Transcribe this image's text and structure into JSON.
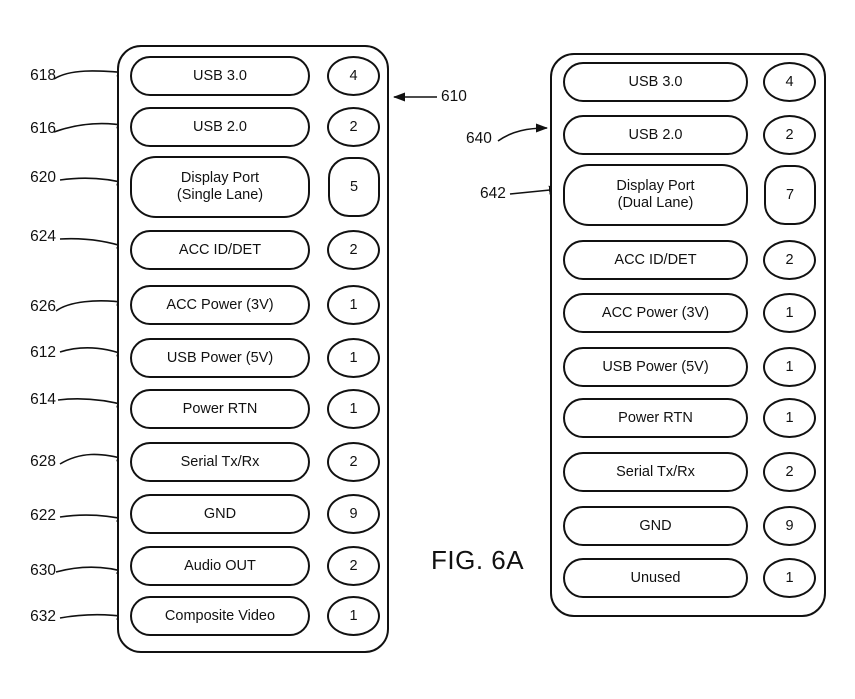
{
  "figure": {
    "caption": "FIG. 6A"
  },
  "left_connector": {
    "ref": "610",
    "rows": [
      {
        "label": "USB 3.0",
        "count": "4",
        "ref": "618"
      },
      {
        "label": "USB 2.0",
        "count": "2",
        "ref": "616"
      },
      {
        "label_lines": [
          "Display Port",
          "(Single Lane)"
        ],
        "count": "5",
        "ref": "620"
      },
      {
        "label": "ACC ID/DET",
        "count": "2",
        "ref": "624"
      },
      {
        "label": "ACC Power (3V)",
        "count": "1",
        "ref": "626"
      },
      {
        "label": "USB Power (5V)",
        "count": "1",
        "ref": "612"
      },
      {
        "label": "Power RTN",
        "count": "1",
        "ref": "614"
      },
      {
        "label": "Serial Tx/Rx",
        "count": "2",
        "ref": "628"
      },
      {
        "label": "GND",
        "count": "9",
        "ref": "622"
      },
      {
        "label": "Audio OUT",
        "count": "2",
        "ref": "630"
      },
      {
        "label": "Composite Video",
        "count": "1",
        "ref": "632"
      }
    ]
  },
  "right_connector": {
    "ref": "640",
    "rows": [
      {
        "label": "USB 3.0",
        "count": "4"
      },
      {
        "label": "USB 2.0",
        "count": "2"
      },
      {
        "label_lines": [
          "Display Port",
          "(Dual Lane)"
        ],
        "count": "7",
        "ref": "642"
      },
      {
        "label": "ACC ID/DET",
        "count": "2"
      },
      {
        "label": "ACC Power (3V)",
        "count": "1"
      },
      {
        "label": "USB Power (5V)",
        "count": "1"
      },
      {
        "label": "Power RTN",
        "count": "1"
      },
      {
        "label": "Serial Tx/Rx",
        "count": "2"
      },
      {
        "label": "GND",
        "count": "9"
      },
      {
        "label": "Unused",
        "count": "1"
      }
    ]
  }
}
